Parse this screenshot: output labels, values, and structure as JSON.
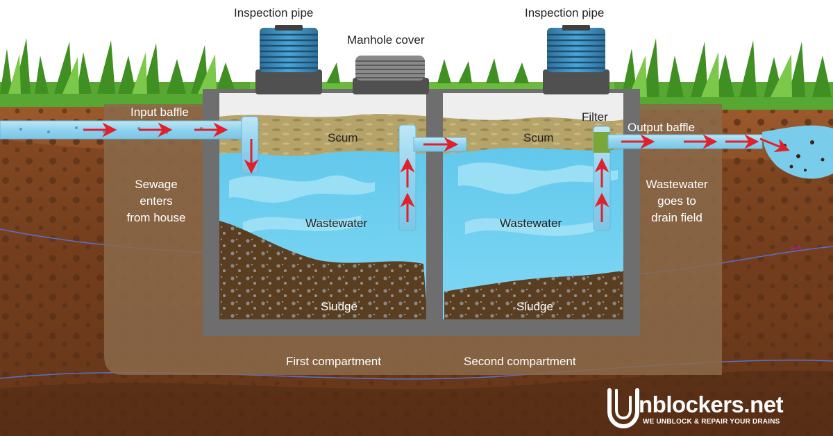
{
  "labels": {
    "inspection_pipe_left": "Inspection pipe",
    "inspection_pipe_right": "Inspection pipe",
    "manhole_cover": "Manhole cover",
    "input_baffle": "Input baffle",
    "output_baffle": "Output baffle",
    "filter": "Filter",
    "scum_left": "Scum",
    "scum_right": "Scum",
    "sewage_line1": "Sewage",
    "sewage_line2": "enters",
    "sewage_line3": "from house",
    "wastewater_left": "Wastewater",
    "wastewater_right": "Wastewater",
    "drain_line1": "Wastewater",
    "drain_line2": "goes to",
    "drain_line3": "drain field",
    "sludge_left": "Sludge",
    "sludge_right": "Sludge",
    "first_compartment": "First compartment",
    "second_compartment": "Second compartment",
    "path_tag": "path"
  },
  "brand": {
    "name": "nblockers.net",
    "tagline": "WE UNBLOCK & REPAIR YOUR DRAINS"
  },
  "colors": {
    "sky": "#ffffff",
    "grass": "#4a9a2a",
    "soil_top": "#9c5a2c",
    "soil_mid": "#7a4220",
    "soil_deep": "#5e3318",
    "tank_wall": "#6e6e6e",
    "tank_backfill": "#8a6a4a",
    "wastewater": "#6fd0f0",
    "scum": "#b5a36a",
    "sludge": "#5a3e22",
    "flow_arrow": "#e0202a"
  }
}
